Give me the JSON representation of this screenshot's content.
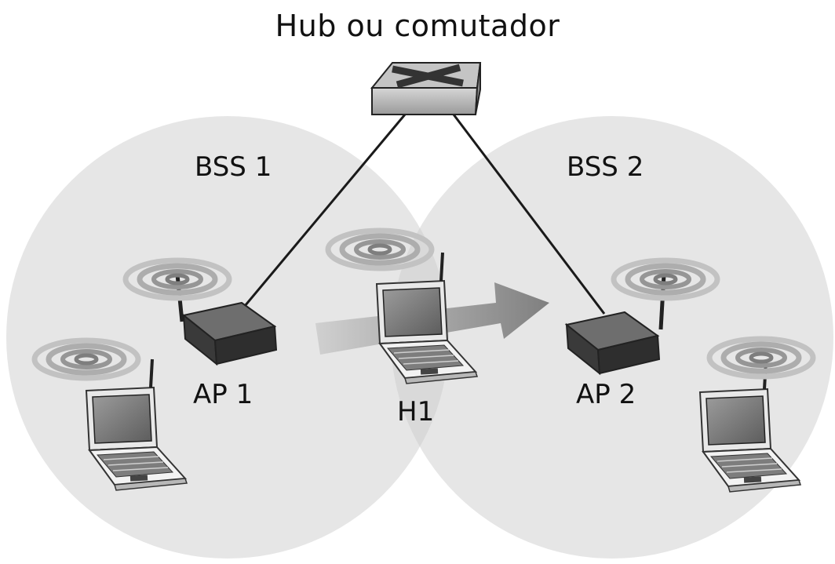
{
  "title": "Hub ou comutador",
  "bss": [
    {
      "label": "BSS 1"
    },
    {
      "label": "BSS 2"
    }
  ],
  "access_points": [
    {
      "label": "AP 1"
    },
    {
      "label": "AP 2"
    }
  ],
  "mobile_host": {
    "label": "H1"
  },
  "colors": {
    "coverage": "#e6e6e6",
    "overlap": "#d9d9d9",
    "link": "#1a1a1a",
    "device_dark": "#2a2a2a",
    "arrow": "#8a8a8a"
  }
}
